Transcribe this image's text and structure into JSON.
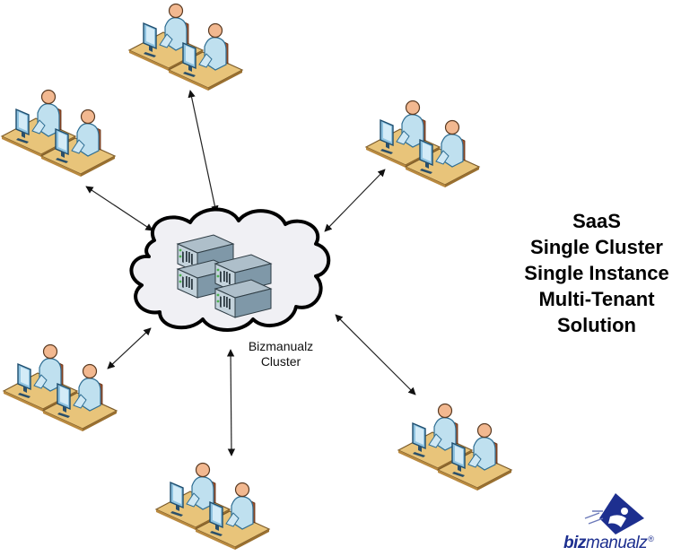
{
  "diagram": {
    "title_lines": [
      "SaaS",
      "Single Cluster",
      "Single Instance",
      "Multi-Tenant",
      "Solution"
    ],
    "hub": {
      "label_lines": [
        "Bizmanualz",
        "Cluster"
      ],
      "shape": "cloud",
      "contents": "server-rack-icon",
      "server_count": 4
    },
    "nodes": [
      {
        "id": "workstation-group-top",
        "icon": "workstation-group-icon",
        "users": 2
      },
      {
        "id": "workstation-group-upper-left",
        "icon": "workstation-group-icon",
        "users": 2
      },
      {
        "id": "workstation-group-upper-right",
        "icon": "workstation-group-icon",
        "users": 2
      },
      {
        "id": "workstation-group-lower-left",
        "icon": "workstation-group-icon",
        "users": 2
      },
      {
        "id": "workstation-group-bottom",
        "icon": "workstation-group-icon",
        "users": 2
      },
      {
        "id": "workstation-group-lower-right",
        "icon": "workstation-group-icon",
        "users": 2
      }
    ],
    "edges": [
      {
        "from": "workstation-group-top",
        "to": "cluster",
        "direction": "bidirectional"
      },
      {
        "from": "workstation-group-upper-left",
        "to": "cluster",
        "direction": "bidirectional"
      },
      {
        "from": "workstation-group-upper-right",
        "to": "cluster",
        "direction": "bidirectional"
      },
      {
        "from": "workstation-group-lower-left",
        "to": "cluster",
        "direction": "bidirectional"
      },
      {
        "from": "workstation-group-bottom",
        "to": "cluster",
        "direction": "bidirectional"
      },
      {
        "from": "workstation-group-lower-right",
        "to": "cluster",
        "direction": "bidirectional"
      }
    ]
  },
  "logo": {
    "text_bold": "biz",
    "text_light": "manualz",
    "registered": "®",
    "color": "#1d2f8f"
  },
  "colors": {
    "desk": "#e8c47a",
    "desk_edge": "#7a5a2a",
    "person": "#bfe0ef",
    "skin": "#f2b890",
    "monitor": "#8fc3e0",
    "cloud_fill": "#f0f0f4",
    "server": "#7f98a8"
  }
}
